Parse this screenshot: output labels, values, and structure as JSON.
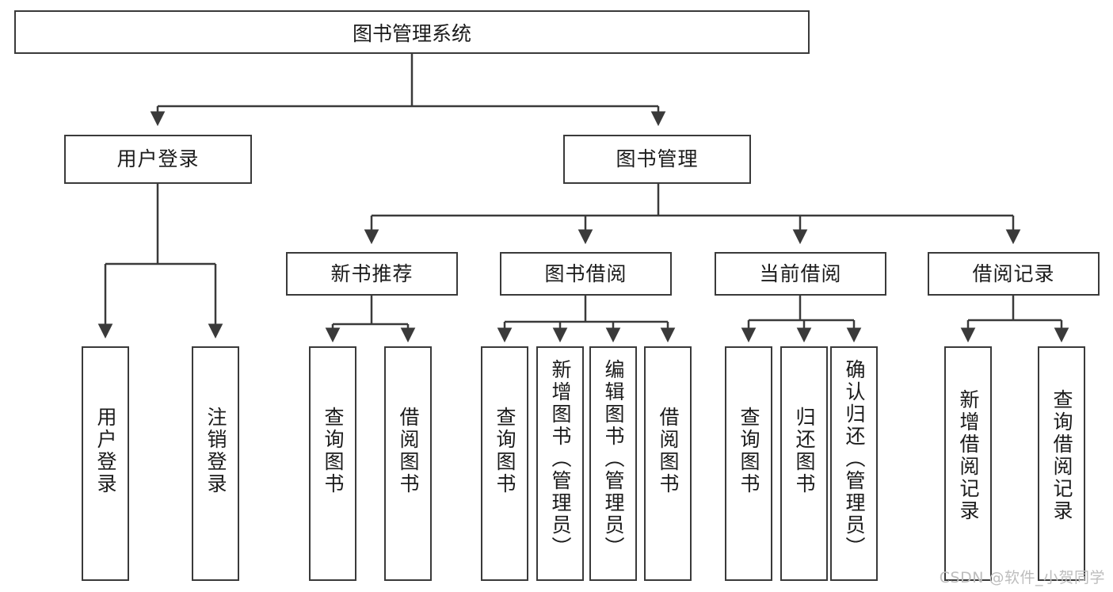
{
  "diagram": {
    "title": "图书管理系统",
    "watermark": "CSDN @软件_小贺同学",
    "stroke_color": "#3a3a3a",
    "text_color": "#1b1b1b",
    "background_color": "#ffffff",
    "watermark_color": "#bdbdbd"
  },
  "root": {
    "label": "图书管理系统"
  },
  "level2": [
    {
      "label": "用户登录"
    },
    {
      "label": "图书管理"
    }
  ],
  "level3": [
    {
      "label": "新书推荐"
    },
    {
      "label": "图书借阅"
    },
    {
      "label": "当前借阅"
    },
    {
      "label": "借阅记录"
    }
  ],
  "leaves": {
    "user_login": [
      {
        "label": "用户登录"
      },
      {
        "label": "注销登录"
      }
    ],
    "new_book": [
      {
        "label": "查询图书"
      },
      {
        "label": "借阅图书"
      }
    ],
    "book_borrow": [
      {
        "label": "查询图书"
      },
      {
        "label": "新增图书（管理员）"
      },
      {
        "label": "编辑图书（管理员）"
      },
      {
        "label": "借阅图书"
      }
    ],
    "current_borrow": [
      {
        "label": "查询图书"
      },
      {
        "label": "归还图书"
      },
      {
        "label": "确认归还（管理员）"
      }
    ],
    "borrow_record": [
      {
        "label": "新增借阅记录"
      },
      {
        "label": "查询借阅记录"
      }
    ]
  }
}
